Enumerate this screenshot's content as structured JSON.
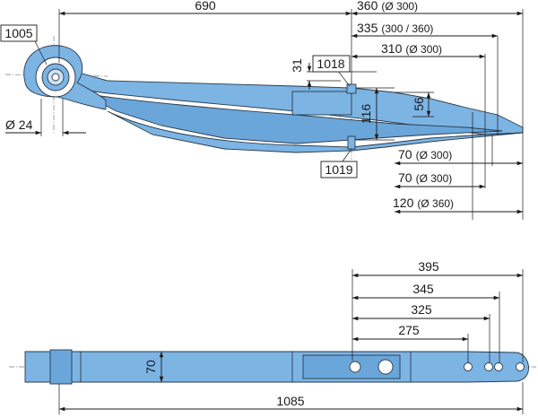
{
  "side_view": {
    "dims": {
      "d690": "690",
      "d360": "360",
      "d360_note": "(Ø 300)",
      "d335": "335",
      "d335_note": "(300 / 360)",
      "d310": "310",
      "d310_note": "(Ø 300)",
      "d31": "31",
      "d116": "116",
      "d56": "56",
      "d24": "Ø 24",
      "d70a": "70",
      "d70a_note": "(Ø 300)",
      "d70b": "70",
      "d70b_note": "(Ø 300)",
      "d120": "120",
      "d120_note": "(Ø 360)"
    },
    "labels": {
      "l1005": "1005",
      "l1018": "1018",
      "l1019": "1019"
    }
  },
  "top_view": {
    "dims": {
      "d395": "395",
      "d345": "345",
      "d325": "325",
      "d275": "275",
      "d70": "70",
      "d1085": "1085"
    }
  },
  "colors": {
    "part_fill": "#7cb4e4",
    "outline": "#2a3a4a"
  }
}
